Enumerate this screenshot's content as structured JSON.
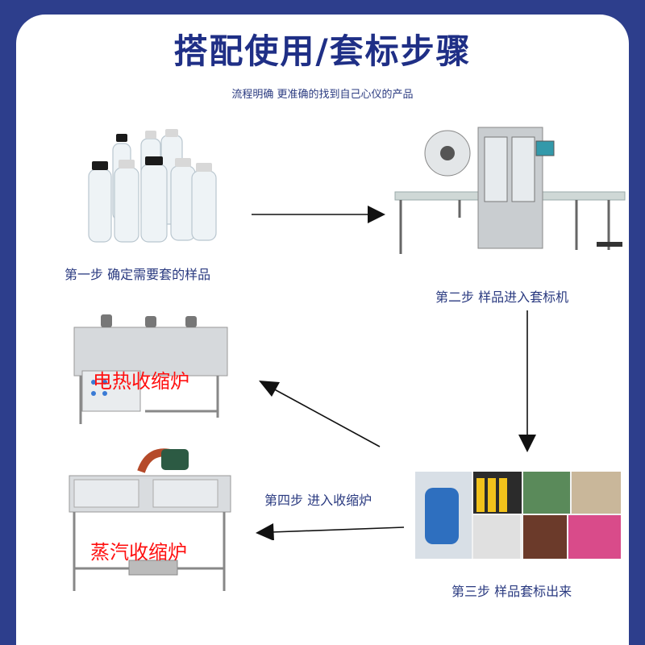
{
  "header": {
    "title": "搭配使用/套标步骤",
    "subtitle": "流程明确 更准确的找到自己心仪的产品"
  },
  "steps": {
    "step1": "第一步 确定需要套的样品",
    "step2": "第二步 样品进入套标机",
    "step3": "第三步 样品套标出来",
    "step4": "第四步 进入收缩炉"
  },
  "furnaces": {
    "electric": "电热收缩炉",
    "steam": "蒸汽收缩炉"
  },
  "colors": {
    "background": "#2d3e8c",
    "title": "#1f2f86",
    "furnace_label": "#ff1010",
    "arrow": "#111111"
  }
}
